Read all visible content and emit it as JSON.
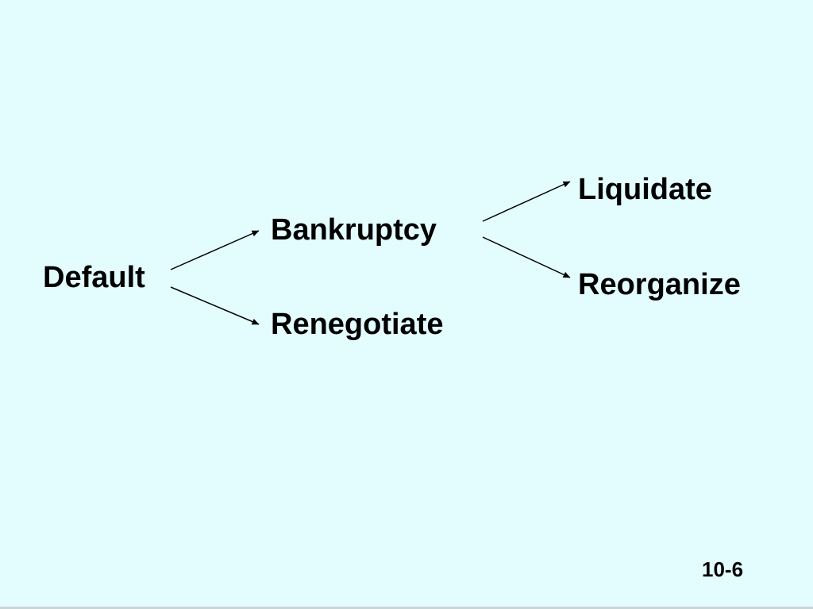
{
  "diagram": {
    "nodes": {
      "default": "Default",
      "bankruptcy": "Bankruptcy",
      "renegotiate": "Renegotiate",
      "liquidate": "Liquidate",
      "reorganize": "Reorganize"
    },
    "edges": [
      {
        "from": "default",
        "to": "bankruptcy"
      },
      {
        "from": "default",
        "to": "renegotiate"
      },
      {
        "from": "bankruptcy",
        "to": "liquidate"
      },
      {
        "from": "bankruptcy",
        "to": "reorganize"
      }
    ]
  },
  "footer": {
    "page_number": "10-6"
  },
  "colors": {
    "background": "#e3fdff",
    "text": "#000000",
    "arrow": "#000000"
  }
}
